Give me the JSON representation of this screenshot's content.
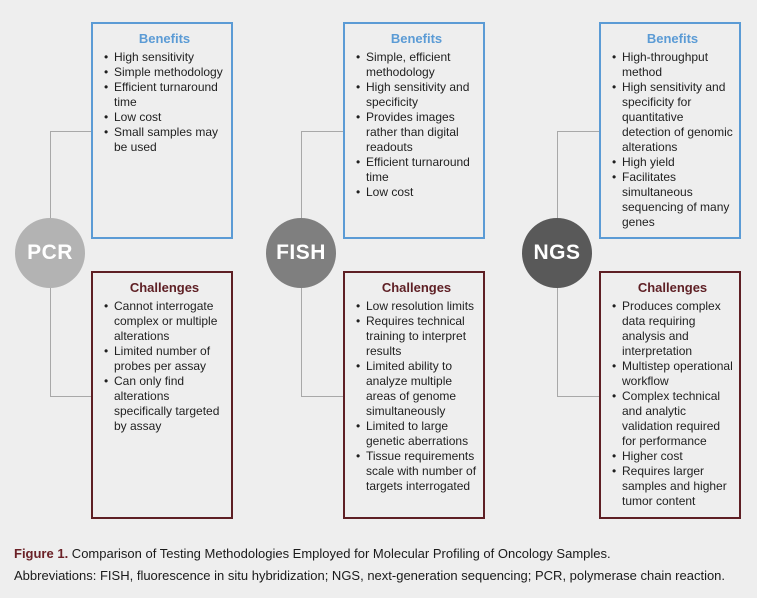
{
  "colors": {
    "benefits_accent": "#5b9bd5",
    "challenges_accent": "#5e1f24",
    "connector": "#a8a8a8",
    "background": "#eeeeee"
  },
  "columns": [
    {
      "method": "PCR",
      "circle_color": "#b3b3b3",
      "benefits_title": "Benefits",
      "benefits": [
        "High sensitivity",
        "Simple methodology",
        "Efficient turnaround time",
        "Low cost",
        "Small samples may be used"
      ],
      "challenges_title": "Challenges",
      "challenges": [
        "Cannot interrogate complex or multiple alterations",
        "Limited number of probes per assay",
        "Can only find alterations specifically targeted by assay"
      ]
    },
    {
      "method": "FISH",
      "circle_color": "#7f7f7f",
      "benefits_title": "Benefits",
      "benefits": [
        "Simple, efficient methodology",
        "High sensitivity and specificity",
        "Provides images rather than digital readouts",
        "Efficient turnaround time",
        "Low cost"
      ],
      "challenges_title": "Challenges",
      "challenges": [
        "Low resolution limits",
        "Requires technical training to interpret results",
        "Limited ability to analyze multiple areas of genome simultaneously",
        "Limited to large genetic aberrations",
        "Tissue requirements scale with number of targets interrogated"
      ]
    },
    {
      "method": "NGS",
      "circle_color": "#595959",
      "benefits_title": "Benefits",
      "benefits": [
        "High-throughput method",
        "High sensitivity and specificity for quantitative detection of genomic alterations",
        "High yield",
        "Facilitates simultaneous sequencing of many genes"
      ],
      "challenges_title": "Challenges",
      "challenges": [
        "Produces complex data requiring analysis and interpretation",
        "Multistep operational workflow",
        "Complex technical and analytic validation required for performance",
        "Higher cost",
        "Requires larger samples and higher tumor content"
      ]
    }
  ],
  "caption": {
    "label": "Figure 1.",
    "title": " Comparison of Testing Methodologies Employed for Molecular Profiling of Oncology Samples.",
    "abbreviations": "Abbreviations: FISH, fluorescence in situ hybridization; NGS, next-generation sequencing; PCR, polymerase chain reaction."
  }
}
